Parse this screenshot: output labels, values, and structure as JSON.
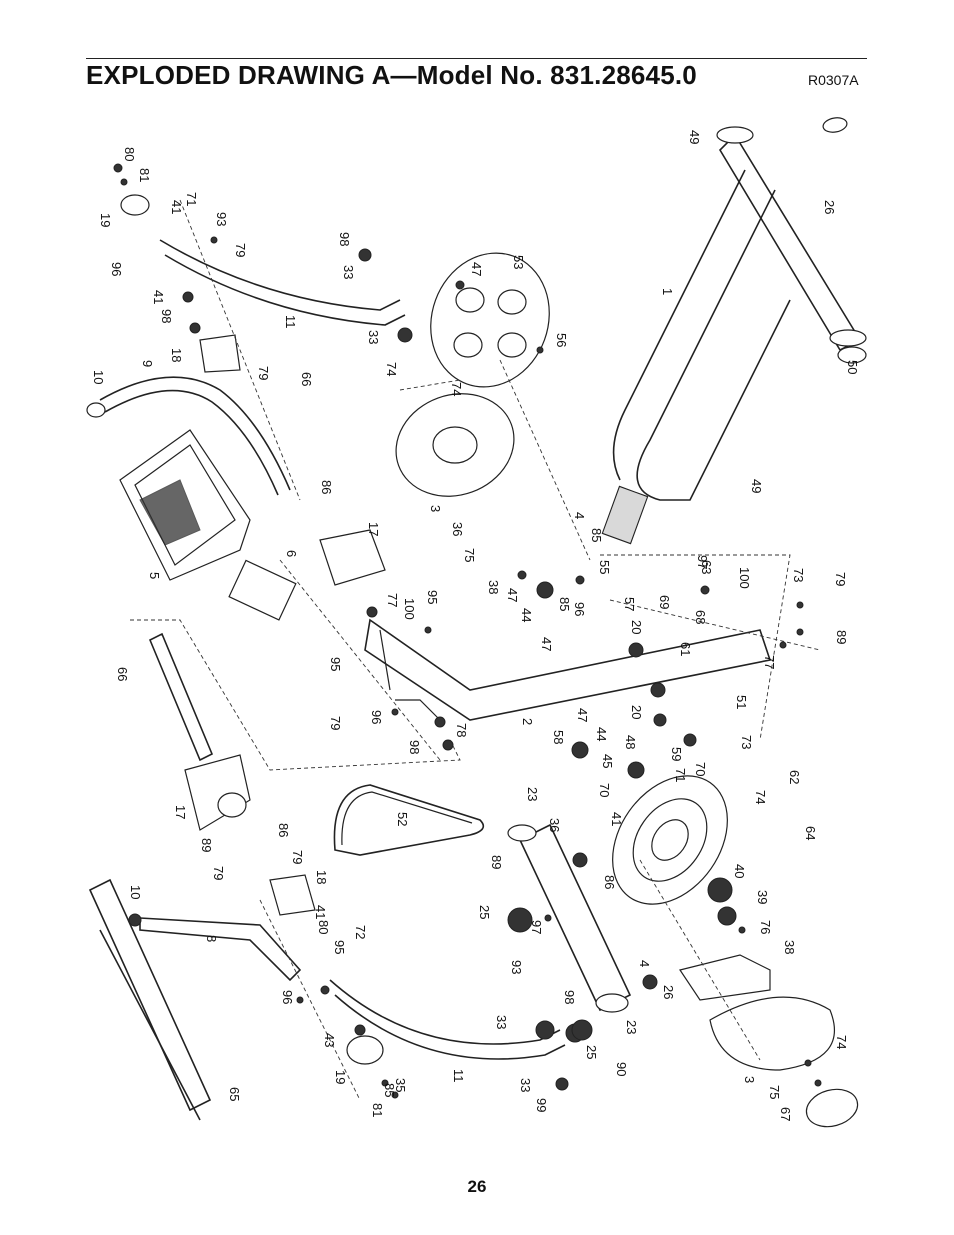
{
  "header": {
    "title": "EXPLODED DRAWING A—Model No. 831.28645.0",
    "drawing_code": "R0307A"
  },
  "footer": {
    "page_number": "26"
  },
  "part_labels": [
    "1",
    "2",
    "3",
    "3",
    "4",
    "4",
    "5",
    "6",
    "8",
    "9",
    "10",
    "10",
    "11",
    "11",
    "17",
    "17",
    "18",
    "18",
    "19",
    "19",
    "20",
    "20",
    "23",
    "23",
    "25",
    "25",
    "26",
    "26",
    "33",
    "33",
    "33",
    "33",
    "35",
    "36",
    "36",
    "38",
    "38",
    "39",
    "40",
    "41",
    "41",
    "41",
    "41",
    "43",
    "44",
    "44",
    "45",
    "47",
    "47",
    "47",
    "47",
    "48",
    "49",
    "49",
    "50",
    "51",
    "52",
    "53",
    "55",
    "56",
    "57",
    "58",
    "59",
    "61",
    "62",
    "63",
    "64",
    "65",
    "66",
    "66",
    "67",
    "68",
    "69",
    "70",
    "70",
    "71",
    "71",
    "72",
    "73",
    "73",
    "74",
    "74",
    "74",
    "74",
    "75",
    "75",
    "76",
    "77",
    "77",
    "78",
    "79",
    "79",
    "79",
    "79",
    "79",
    "79",
    "80",
    "80",
    "81",
    "81",
    "85",
    "85",
    "85",
    "86",
    "86",
    "86",
    "89",
    "89",
    "89",
    "90",
    "93",
    "93",
    "95",
    "95",
    "95",
    "96",
    "96",
    "96",
    "96",
    "97",
    "97",
    "98",
    "98",
    "98",
    "98",
    "99",
    "100",
    "100"
  ]
}
